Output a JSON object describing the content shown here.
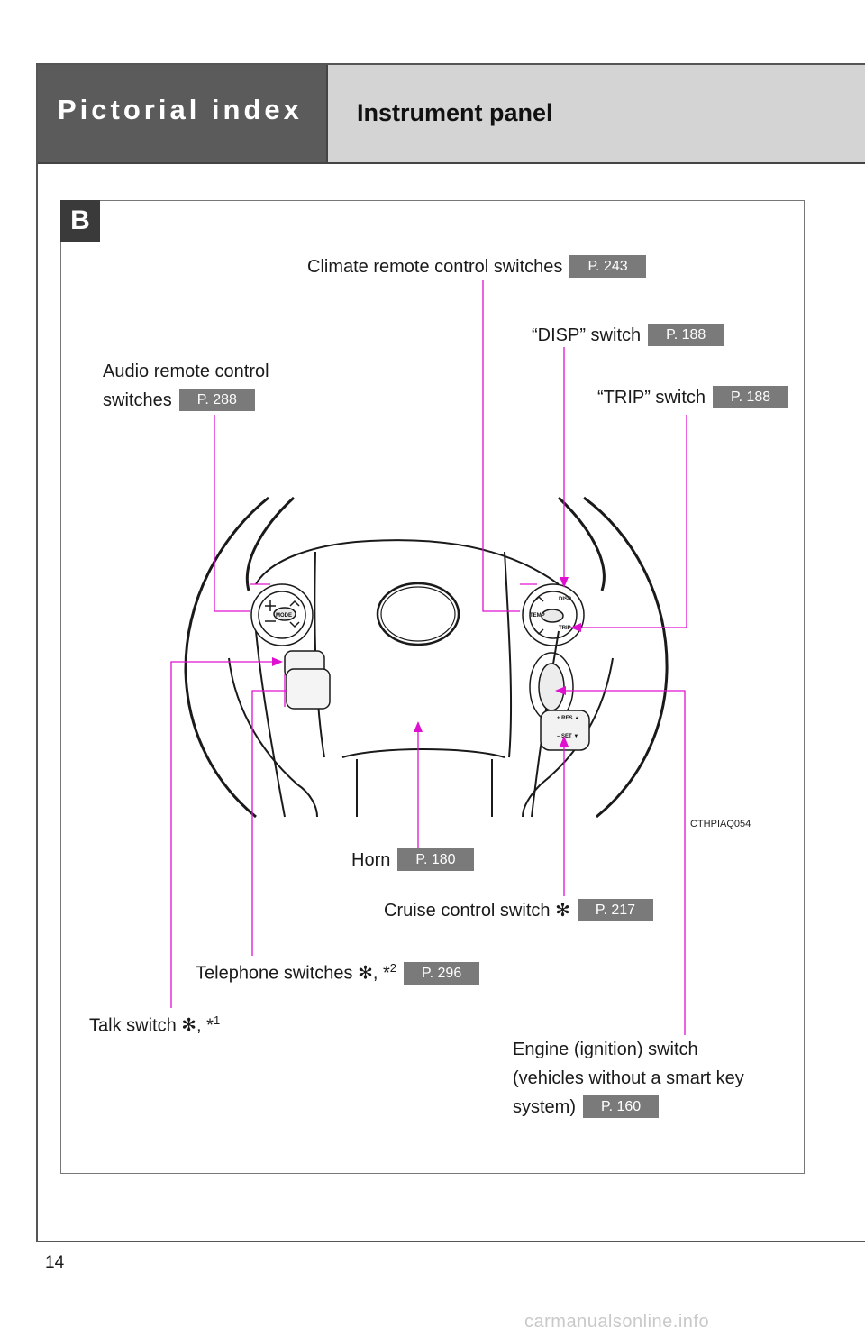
{
  "header": {
    "section_title": "Pictorial index",
    "page_heading": "Instrument panel"
  },
  "panel_badge": "B",
  "labels": {
    "climate": {
      "text": "Climate remote control switches",
      "page": "P. 243"
    },
    "disp": {
      "text": "“DISP” switch",
      "page": "P. 188"
    },
    "trip": {
      "text": "“TRIP” switch",
      "page": "P. 188"
    },
    "audio": {
      "line1": "Audio remote control",
      "line2": "switches",
      "page": "P. 288"
    },
    "horn": {
      "text": "Horn",
      "page": "P. 180"
    },
    "cruise": {
      "text": "Cruise control switch",
      "star": "✻",
      "page": "P. 217"
    },
    "telephone": {
      "text": "Telephone switches",
      "star": "✻",
      "sep": ", *",
      "sup": "2",
      "page": "P. 296"
    },
    "talk": {
      "text": "Talk switch",
      "star": "✻",
      "sep": ", *",
      "sup": "1"
    },
    "engine": {
      "line1": "Engine (ignition) switch",
      "line2": "(vehicles without a smart key",
      "line3": "system)",
      "page": "P. 160"
    }
  },
  "figure": {
    "code": "CTHPIAQ054",
    "button_texts": {
      "mode": "MODE",
      "disp": "DISP",
      "temp": "TEMP",
      "trip": "TRIP",
      "res": "+ RES ▲",
      "set": "– SET ▼"
    }
  },
  "page_number": "14",
  "watermark": "carmanualsonline.info",
  "colors": {
    "callout": "#e010d0",
    "header_dark": "#5b5b5b",
    "header_light": "#d4d4d4",
    "page_badge": "#7a7a7a"
  }
}
